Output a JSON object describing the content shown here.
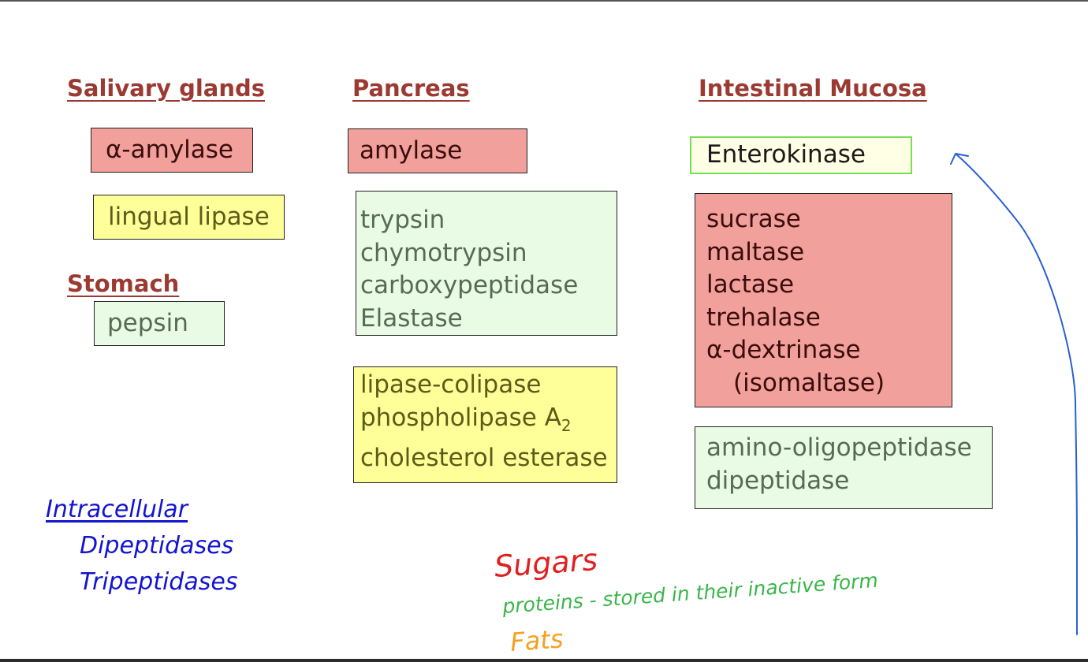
{
  "headings": {
    "salivary": "Salivary glands",
    "pancreas": "Pancreas",
    "intestinal": "Intestinal Mucosa",
    "stomach": "Stomach"
  },
  "salivary": {
    "amylase": "α-amylase",
    "lipase": "lingual lipase"
  },
  "stomach": {
    "pepsin": "pepsin"
  },
  "pancreas": {
    "amylase": "amylase",
    "proteases": [
      "trypsin",
      "chymotrypsin",
      "carboxypeptidase",
      "Elastase"
    ],
    "lipases": [
      "lipase-colipase",
      "phospholipase A",
      "2",
      "cholesterol esterase"
    ]
  },
  "intestinal": {
    "enterokinase": "Enterokinase",
    "carbohydrases": [
      "sucrase",
      "maltase",
      "lactase",
      "trehalase",
      "α-dextrinase",
      "(isomaltase)"
    ],
    "peptidases": [
      "amino-oligopeptidase",
      "dipeptidase"
    ]
  },
  "intracellular": {
    "title": "Intracellular",
    "items": [
      "Dipeptidases",
      "Tripeptidases"
    ]
  },
  "handwritten": {
    "sugars": "Sugars",
    "proteins": "proteins - stored in their inactive form",
    "fats": "Fats"
  },
  "colors": {
    "heading": "#9b3a32",
    "carbohydrate_box": "#f1a09b",
    "fat_box": "#ffff99",
    "protein_box": "#e9fbe4",
    "intracellular_text": "#1414d0",
    "ink_sugars": "#e02020",
    "ink_proteins": "#3bb54a",
    "ink_fats": "#f5a020",
    "ink_arrow": "#2a5fd0"
  }
}
